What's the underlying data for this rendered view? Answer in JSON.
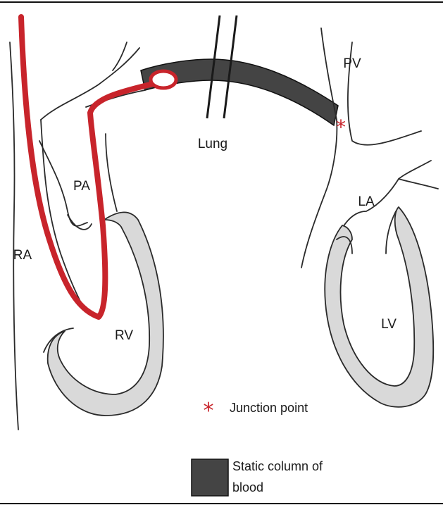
{
  "labels": {
    "ra": "RA",
    "pa": "PA",
    "rv": "RV",
    "lung": "Lung",
    "pv": "PV",
    "la": "LA",
    "lv": "LV"
  },
  "legend": {
    "junction_symbol": "*",
    "junction_text": "Junction point",
    "static_line1": "Static column of",
    "static_line2": "blood"
  },
  "colors": {
    "catheter": "#c8242b",
    "static_blood": "#444444",
    "junction_marker": "#c8242b",
    "muscle_fill": "#d9d9d9"
  }
}
